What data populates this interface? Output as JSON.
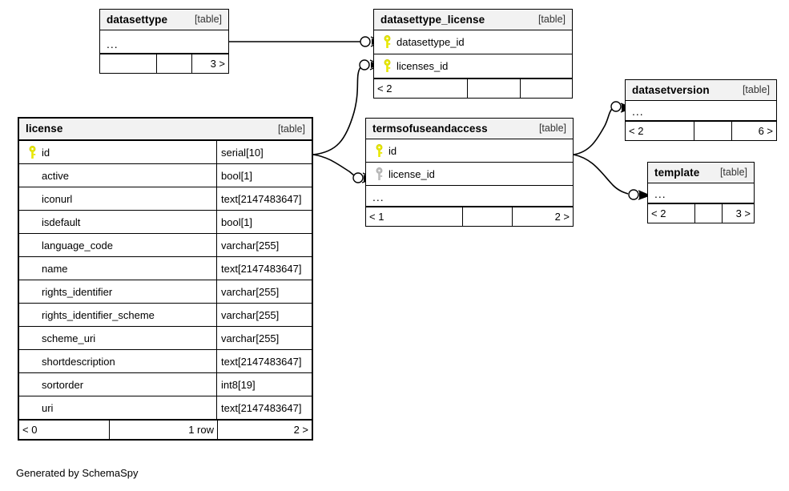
{
  "diagram": {
    "generator_note": "Generated by SchemaSpy",
    "table_tag": "[table]",
    "ellipsis": "...",
    "colors": {
      "primary_key": "#e8e800",
      "foreign_key": "#bbbbbb",
      "header_fill": "#f2f2f2",
      "border": "#000000",
      "background": "#ffffff"
    }
  },
  "tables": {
    "datasettype": {
      "name": "datasettype",
      "tag": "[table]",
      "columns": [
        {
          "key": "none",
          "name": "...",
          "type": ""
        }
      ],
      "footer": [
        {
          "text": "",
          "align": "left"
        },
        {
          "text": "",
          "align": "left"
        },
        {
          "text": "3 >",
          "align": "right"
        }
      ]
    },
    "datasettype_license": {
      "name": "datasettype_license",
      "tag": "[table]",
      "columns": [
        {
          "key": "primary",
          "name": "datasettype_id",
          "type": ""
        },
        {
          "key": "primary",
          "name": "licenses_id",
          "type": ""
        }
      ],
      "footer": [
        {
          "text": "< 2",
          "align": "left"
        },
        {
          "text": "",
          "align": "left"
        },
        {
          "text": "",
          "align": "right"
        }
      ]
    },
    "license": {
      "name": "license",
      "tag": "[table]",
      "columns": [
        {
          "key": "primary",
          "name": "id",
          "type": "serial[10]"
        },
        {
          "key": "none",
          "name": "active",
          "type": "bool[1]"
        },
        {
          "key": "none",
          "name": "iconurl",
          "type": "text[2147483647]"
        },
        {
          "key": "none",
          "name": "isdefault",
          "type": "bool[1]"
        },
        {
          "key": "none",
          "name": "language_code",
          "type": "varchar[255]"
        },
        {
          "key": "none",
          "name": "name",
          "type": "text[2147483647]"
        },
        {
          "key": "none",
          "name": "rights_identifier",
          "type": "varchar[255]"
        },
        {
          "key": "none",
          "name": "rights_identifier_scheme",
          "type": "varchar[255]"
        },
        {
          "key": "none",
          "name": "scheme_uri",
          "type": "varchar[255]"
        },
        {
          "key": "none",
          "name": "shortdescription",
          "type": "text[2147483647]"
        },
        {
          "key": "none",
          "name": "sortorder",
          "type": "int8[19]"
        },
        {
          "key": "none",
          "name": "uri",
          "type": "text[2147483647]"
        }
      ],
      "footer": [
        {
          "text": "< 0",
          "align": "left"
        },
        {
          "text": "1 row",
          "align": "right"
        },
        {
          "text": "2 >",
          "align": "right"
        }
      ]
    },
    "termsofuseandaccess": {
      "name": "termsofuseandaccess",
      "tag": "[table]",
      "columns": [
        {
          "key": "primary",
          "name": "id",
          "type": ""
        },
        {
          "key": "foreign",
          "name": "license_id",
          "type": ""
        },
        {
          "key": "none",
          "name": "...",
          "type": ""
        }
      ],
      "footer": [
        {
          "text": "< 1",
          "align": "left"
        },
        {
          "text": "",
          "align": "left"
        },
        {
          "text": "2 >",
          "align": "right"
        }
      ]
    },
    "datasetversion": {
      "name": "datasetversion",
      "tag": "[table]",
      "columns": [
        {
          "key": "none",
          "name": "...",
          "type": ""
        }
      ],
      "footer": [
        {
          "text": "< 2",
          "align": "left"
        },
        {
          "text": "",
          "align": "left"
        },
        {
          "text": "6 >",
          "align": "right"
        }
      ]
    },
    "template": {
      "name": "template",
      "tag": "[table]",
      "columns": [
        {
          "key": "none",
          "name": "...",
          "type": ""
        }
      ],
      "footer": [
        {
          "text": "< 2",
          "align": "left"
        },
        {
          "text": "",
          "align": "left"
        },
        {
          "text": "3 >",
          "align": "right"
        }
      ]
    }
  },
  "relationships": [
    {
      "from": "datasettype",
      "to": "datasettype_license.datasettype_id"
    },
    {
      "from": "license.id",
      "to": "datasettype_license.licenses_id"
    },
    {
      "from": "license.id",
      "to": "termsofuseandaccess.license_id"
    },
    {
      "from": "termsofuseandaccess.id",
      "to": "datasetversion"
    },
    {
      "from": "termsofuseandaccess.id",
      "to": "template"
    }
  ]
}
